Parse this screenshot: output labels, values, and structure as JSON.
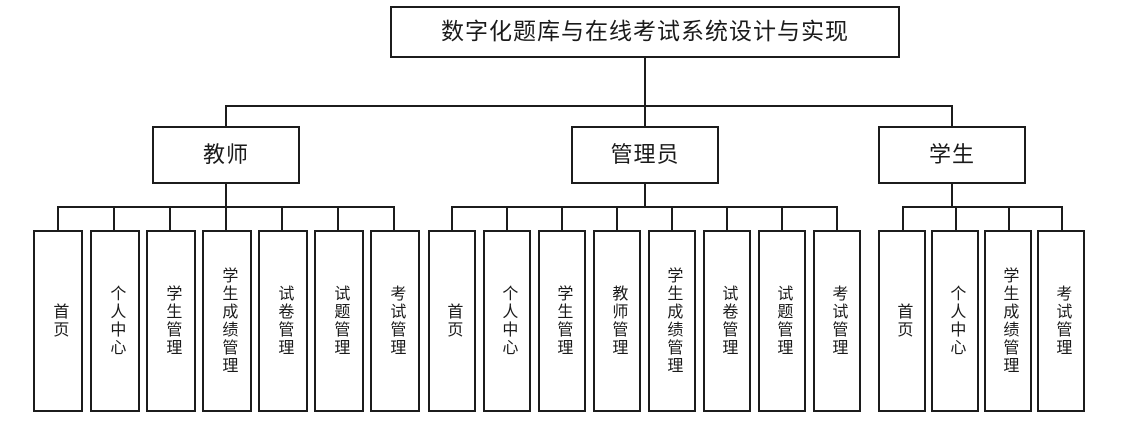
{
  "diagram": {
    "type": "org-chart",
    "title_box": {
      "label": "数字化题库与在线考试系统设计与实现"
    },
    "roles": [
      {
        "id": "teacher",
        "label": "教师",
        "children": [
          {
            "label": "首页"
          },
          {
            "label": "个人中心"
          },
          {
            "label": "学生管理"
          },
          {
            "label": "学生成绩管理"
          },
          {
            "label": "试卷管理"
          },
          {
            "label": "试题管理"
          },
          {
            "label": "考试管理"
          }
        ]
      },
      {
        "id": "admin",
        "label": "管理员",
        "children": [
          {
            "label": "首页"
          },
          {
            "label": "个人中心"
          },
          {
            "label": "学生管理"
          },
          {
            "label": "教师管理"
          },
          {
            "label": "学生成绩管理"
          },
          {
            "label": "试卷管理"
          },
          {
            "label": "试题管理"
          },
          {
            "label": "考试管理"
          }
        ]
      },
      {
        "id": "student",
        "label": "学生",
        "children": [
          {
            "label": "首页"
          },
          {
            "label": "个人中心"
          },
          {
            "label": "学生成绩管理"
          },
          {
            "label": "考试管理"
          }
        ]
      }
    ],
    "colors": {
      "stroke": "#1c1c1c",
      "fill": "#ffffff",
      "text": "#1a1a1a"
    }
  }
}
